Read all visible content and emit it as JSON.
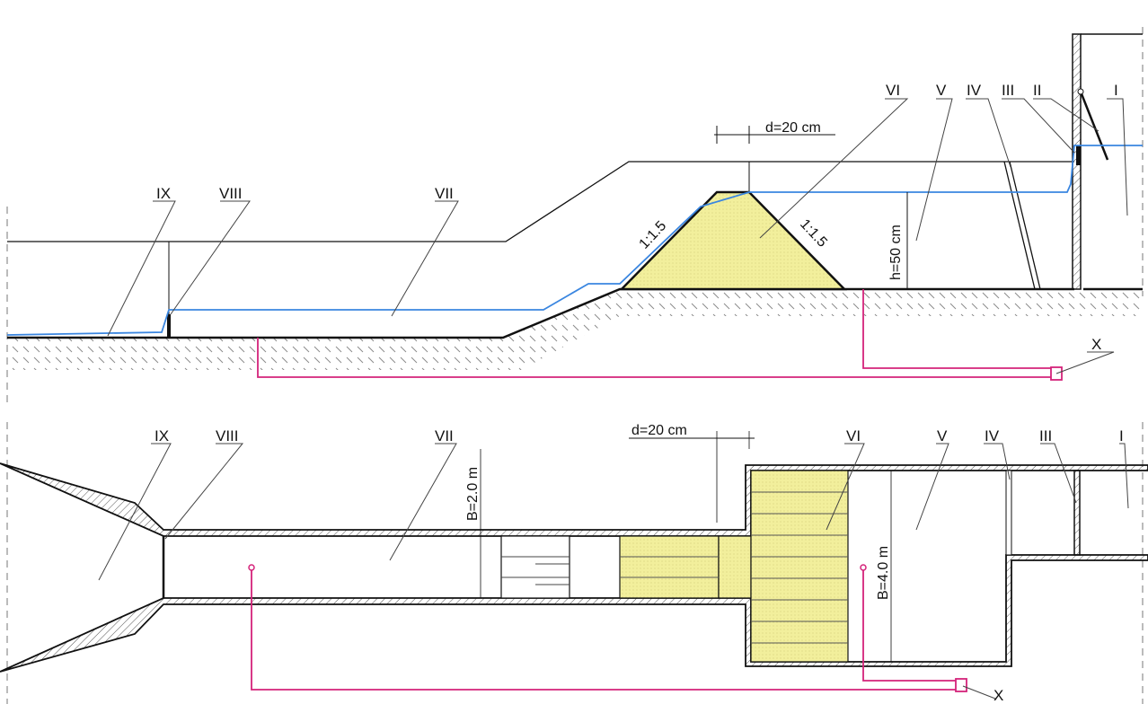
{
  "diagram": {
    "type": "hydraulic fish-pass / stilling structure — longitudinal section and plan view",
    "colors": {
      "outline": "#111111",
      "water_line": "#3a86e0",
      "sensor_line": "#d4237a",
      "fill_block": "#f2ef9c",
      "hatch": "#888888"
    },
    "section": {
      "labels": {
        "I": "I",
        "II": "II",
        "III": "III",
        "IV": "IV",
        "V": "V",
        "VI": "VI",
        "VII": "VII",
        "VIII": "VIII",
        "IX": "IX",
        "X": "X"
      },
      "dims": {
        "d": "d=20 cm",
        "h": "h=50 cm",
        "slope_left": "1:1.5",
        "slope_right": "1:1.5"
      }
    },
    "plan": {
      "labels": {
        "I": "I",
        "III": "III",
        "IV": "IV",
        "V": "V",
        "VI": "VI",
        "VII": "VII",
        "VIII": "VIII",
        "IX": "IX",
        "X": "X"
      },
      "dims": {
        "d": "d=20 cm",
        "B_narrow": "B=2.0 m",
        "B_wide": "B=4.0 m"
      }
    }
  }
}
